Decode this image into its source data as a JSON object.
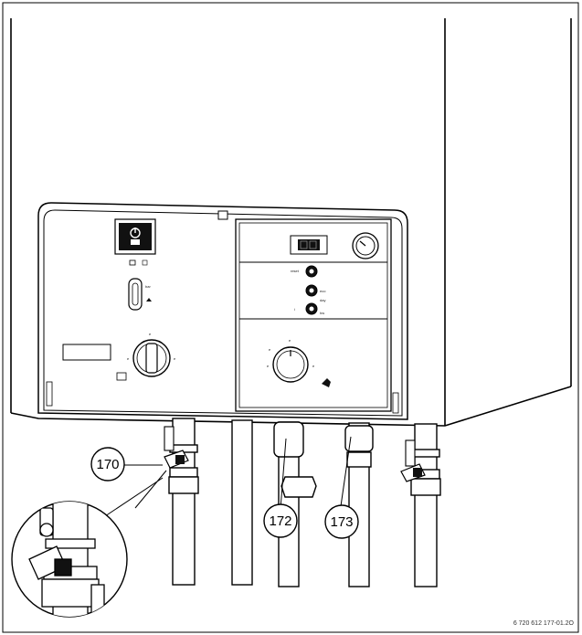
{
  "figure": {
    "callouts": {
      "c170": "170",
      "c172": "172",
      "c173": "173"
    },
    "figure_id": "6 720 612 177-01.2O"
  },
  "colors": {
    "line": "#000000",
    "panel_fill": "#ffffff",
    "dark_fill": "#222222"
  },
  "icons": [
    "power-button-icon",
    "sight-glass-icon",
    "temperature-knob-icon",
    "pressure-gauge-icon",
    "digital-display-icon",
    "valve-handle-icon",
    "magnifier-detail-icon"
  ]
}
